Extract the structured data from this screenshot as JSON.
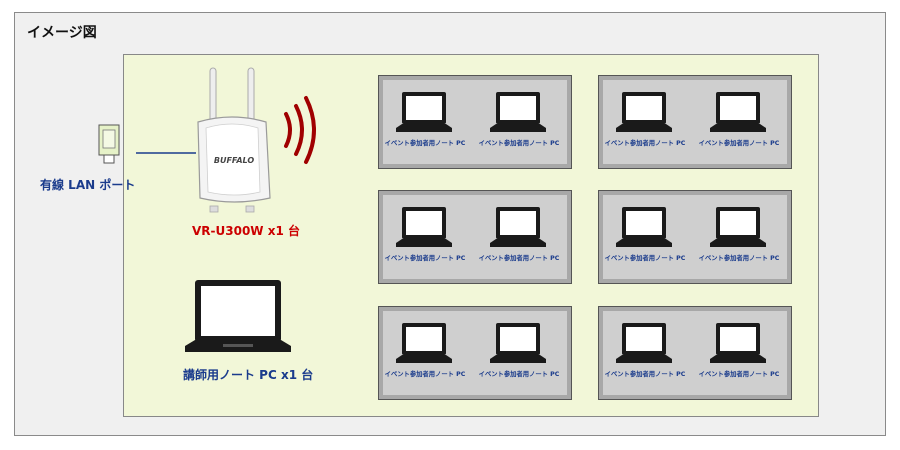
{
  "title": "イメージ図",
  "port_label": "有線 LAN ポート",
  "ap_label": "VR-U300W x1 台",
  "ap_brand": "BUFFALO",
  "instructor_label": "講師用ノート PC x1 台",
  "participant_label": "イベント参加者用ノート PC",
  "colors": {
    "accent_text": "#1a3b8c",
    "ap_label": "#cc0000",
    "room_bg": "#f2f7d8",
    "desk_bg": "#cfcfcf",
    "signal": "#a00000"
  },
  "desks": [
    {
      "row": 1,
      "col": 1,
      "laptops": 2
    },
    {
      "row": 1,
      "col": 2,
      "laptops": 2
    },
    {
      "row": 2,
      "col": 1,
      "laptops": 2
    },
    {
      "row": 2,
      "col": 2,
      "laptops": 2
    },
    {
      "row": 3,
      "col": 1,
      "laptops": 2
    },
    {
      "row": 3,
      "col": 2,
      "laptops": 2
    }
  ]
}
